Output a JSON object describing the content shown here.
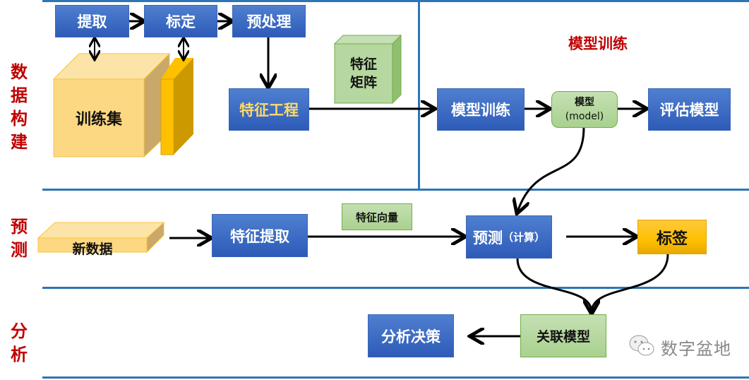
{
  "sections": {
    "data_build": "数据构建",
    "predict": "预测",
    "analyze": "分析"
  },
  "data_build": {
    "extract": "提取",
    "label": "标定",
    "preprocess": "预处理",
    "training_set": "训练集",
    "feature_engineering": "特征工程",
    "feature_matrix_line1": "特征",
    "feature_matrix_line2": "矩阵"
  },
  "model_training": {
    "title": "模型训练",
    "train": "模型训练",
    "model_line1": "模型",
    "model_line2": "(model)",
    "evaluate": "评估模型"
  },
  "predict": {
    "new_data": "新数据",
    "feature_extraction": "特征提取",
    "feature_vector": "特征向量",
    "predict_main": "预测",
    "predict_sub": "（计算）",
    "label": "标签"
  },
  "analyze": {
    "association_model": "关联模型",
    "decision": "分析决策"
  },
  "watermark": {
    "icon": "wechat-icon",
    "text": "数字盆地"
  },
  "colors": {
    "section_label": "#c00000",
    "divider": "#2e75b6",
    "blue_box": "#3a66b8",
    "green_box": "#a9d18e",
    "gold_box": "#ffc000"
  }
}
